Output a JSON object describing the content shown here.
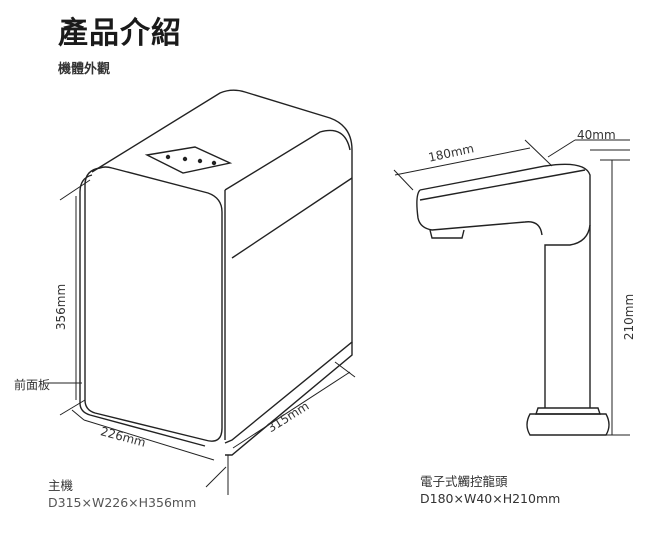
{
  "header": {
    "title": "產品介紹",
    "subtitle": "機體外觀"
  },
  "main_unit": {
    "name": "主機",
    "spec": "D315×W226×H356mm",
    "dim_height": "356mm",
    "dim_width": "226mm",
    "dim_depth": "315mm",
    "front_panel_label": "前面板"
  },
  "faucet": {
    "name": "電子式觸控龍頭",
    "spec": "D180×W40×H210mm",
    "dim_length": "180mm",
    "dim_width": "40mm",
    "dim_height": "210mm"
  }
}
